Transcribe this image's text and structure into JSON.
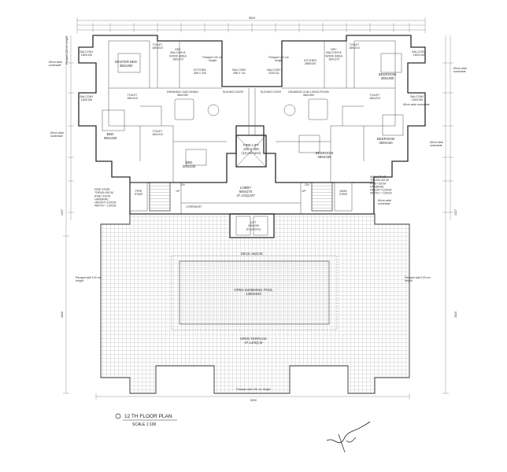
{
  "drawing": {
    "title": "12 TH FLOOR PLAN",
    "scale": "SCALE 1:100",
    "dims": {
      "top_overall": "5815",
      "bottom_overall": "5090",
      "left_height": "4437",
      "right_height": "4437",
      "left_lower": "1815",
      "right_lower": "1815"
    },
    "left_unit": {
      "balcony_top": "BALCONY\n180X140",
      "master_bed": "MASTER BED\n390x390",
      "toilet_top": "TOILET\n180x210",
      "dry_balcony": "DRY\nBALCONY&\nWORK AREA\n180x270",
      "kitchen": "KITCHEN\n288 X 320",
      "drawing_dining": "DRAWING CUM DINING\n580x350",
      "balcony_mid": "BALCONY\n288 X 111",
      "toilet_mid": "TOILET\n180x210",
      "bed": "BED\n390x330",
      "toilet_low": "TOILET\n180x210",
      "bed_low": "BED\n300x330",
      "balcony_small": "BALCONY\n180X150"
    },
    "right_unit": {
      "balcony_top": "BALCONY\n180X140",
      "bedroom_top": "BEDROOM\n390x390",
      "toilet_top": "TOILET\n180x210",
      "dry_balcony": "DRY\nBALCONY&\nWORK AREA\n180x270",
      "kitchen": "KITCHEN\n288X320",
      "drawing_dining": "DRAWING CUM LIVING ROOM\n580x350",
      "balcony_mid": "BALCONY\n220X111",
      "toilet_mid": "TOILET\n180x210",
      "bedroom_mid": "BEDROOM\n390X330",
      "bedroom_low": "BEDROOM\n380X330",
      "balcony_small": "BALCONY\n180X150"
    },
    "core": {
      "fire_lift": "FIRE LIFT\n200 X 300\n(13 persons)",
      "lobby": "LOBBY\n560x270\n47.1/SQ.MT",
      "lift": "LIFT\n200x200\n(6 persons)",
      "fire_stair": "FIRE\nSTAIR",
      "main_stair": "MAIN\nSTAIR",
      "sliding_door_l": "SLIDING DOOR",
      "sliding_door_r": "SLIDING DOOR",
      "up_l": "UP",
      "up_r": "UP",
      "dn_l": "DN",
      "dn_r": "DN",
      "corridor": "CORRIDOR"
    },
    "notes": {
      "parapet_top_l": "Parapet 120 cm\nheight",
      "parapet_top_r": "Parapet 120 cm\nheight",
      "fire_stair_spec": "FIRE STAIR\nTREAD=30CM\nRISE=15CM\nHANDRAIL\nHEIGHT=120CM\nWIDTH = 120CM",
      "main_stair_spec": "MAIN STAIR\nTREAD=30CM\nRISE=15CM\nHANDRAIL\nHEIGHT=120CM\nWIDTH = 120CM",
      "parapet_left": "Parapet wall 120 cm\nheight",
      "parapet_right": "Parapet wall 120 cm\nheight",
      "parapet_bottom": "Parapet wall 120 cm height",
      "sunshade_l1": "60cm wide\nsunshade",
      "sunshade_l2": "60cm wide\nsunshade",
      "sunshade_r1": "60cm wide\nsunshade",
      "sunshade_r2": "60cm wide sunshade",
      "sunshade_r3": "60cm wide\nsunshade",
      "sunshade_r4": "60cm wide\nsunshade",
      "parapet_side": "Parapet 120 cm height"
    },
    "deck": {
      "deck_above": "DECK ABOVE",
      "pool": "OPEN SWIMMING POOL\n1480X640",
      "terrace": "OPEN TERRACE\n47.14/SQ.M"
    }
  }
}
